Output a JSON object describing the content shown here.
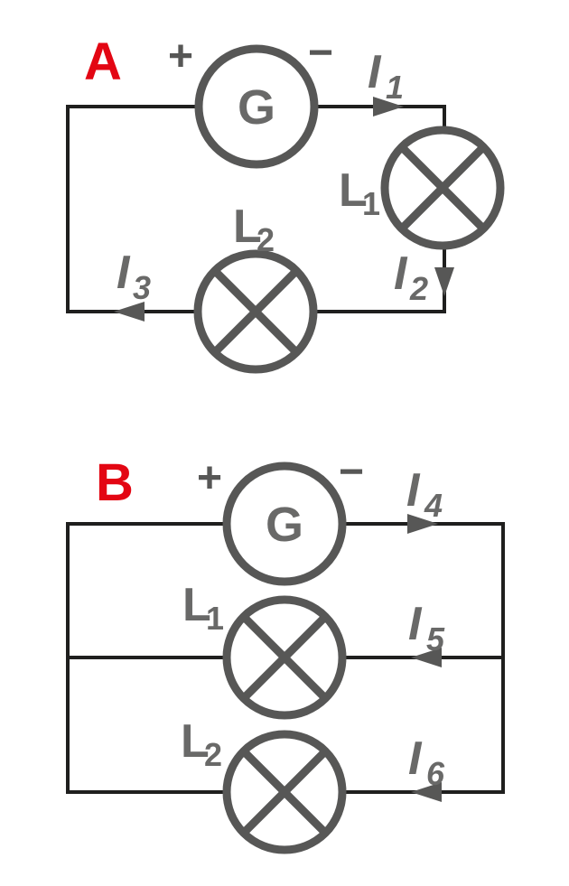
{
  "colors": {
    "background": "#ffffff",
    "wire": "#1f1f1e",
    "symbol_stroke": "#575756",
    "label_gray": "#696968",
    "accent_red": "#e30613",
    "lamp_fill": "#ffffff"
  },
  "circuit_a": {
    "label": "A",
    "generator": {
      "symbol": "G",
      "plus": "+",
      "minus": "−"
    },
    "lamp1": {
      "base": "L",
      "sub": "1"
    },
    "lamp2": {
      "base": "L",
      "sub": "2"
    },
    "current1": {
      "base": "I",
      "sub": "1"
    },
    "current2": {
      "base": "I",
      "sub": "2"
    },
    "current3": {
      "base": "I",
      "sub": "3"
    }
  },
  "circuit_b": {
    "label": "B",
    "generator": {
      "symbol": "G",
      "plus": "+",
      "minus": "−"
    },
    "lamp1": {
      "base": "L",
      "sub": "1"
    },
    "lamp2": {
      "base": "L",
      "sub": "2"
    },
    "current4": {
      "base": "I",
      "sub": "4"
    },
    "current5": {
      "base": "I",
      "sub": "5"
    },
    "current6": {
      "base": "I",
      "sub": "6"
    }
  }
}
